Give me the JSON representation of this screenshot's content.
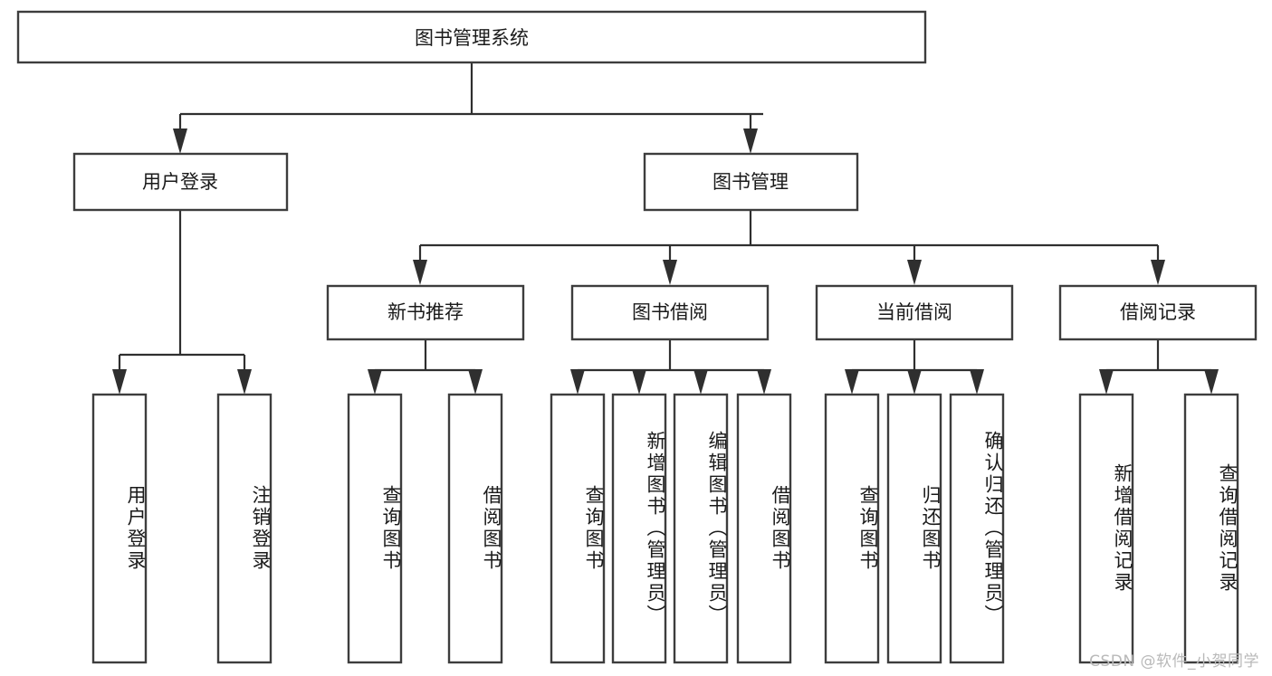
{
  "diagram": {
    "type": "tree-hierarchy",
    "title": "图书管理系统",
    "watermark": "CSDN @软件_小贺同学",
    "colors": {
      "background": "#ffffff",
      "box_stroke": "#3d3d3d",
      "connector": "#2f2f2f",
      "text": "#1a1a1a",
      "watermark": "#b9b9b9"
    },
    "levels": {
      "root": {
        "label": "图书管理系统"
      },
      "level2": [
        {
          "label": "用户登录"
        },
        {
          "label": "图书管理"
        }
      ],
      "level3": [
        {
          "label": "新书推荐"
        },
        {
          "label": "图书借阅"
        },
        {
          "label": "当前借阅"
        },
        {
          "label": "借阅记录"
        }
      ],
      "leaves": {
        "用户登录": [
          {
            "label": "用户登录"
          },
          {
            "label": "注销登录"
          }
        ],
        "新书推荐": [
          {
            "label": "查询图书"
          },
          {
            "label": "借阅图书"
          }
        ],
        "图书借阅": [
          {
            "label": "查询图书"
          },
          {
            "label": "新增图书（管理员）"
          },
          {
            "label": "编辑图书（管理员）"
          },
          {
            "label": "借阅图书"
          }
        ],
        "当前借阅": [
          {
            "label": "查询图书"
          },
          {
            "label": "归还图书"
          },
          {
            "label": "确认归还（管理员）"
          }
        ],
        "借阅记录": [
          {
            "label": "新增借阅记录"
          },
          {
            "label": "查询借阅记录"
          }
        ]
      }
    },
    "nodes": [
      {
        "id": "root",
        "label": "图书管理系统",
        "orientation": "horizontal"
      },
      {
        "id": "n-user-login",
        "label": "用户登录",
        "orientation": "horizontal"
      },
      {
        "id": "n-book-mgmt",
        "label": "图书管理",
        "orientation": "horizontal"
      },
      {
        "id": "n-new-book-rec",
        "label": "新书推荐",
        "orientation": "horizontal"
      },
      {
        "id": "n-book-borrow",
        "label": "图书借阅",
        "orientation": "horizontal"
      },
      {
        "id": "n-current-borrow",
        "label": "当前借阅",
        "orientation": "horizontal"
      },
      {
        "id": "n-borrow-record",
        "label": "借阅记录",
        "orientation": "horizontal"
      },
      {
        "id": "leaf-user-login",
        "label": "用户登录",
        "orientation": "vertical"
      },
      {
        "id": "leaf-logout",
        "label": "注销登录",
        "orientation": "vertical"
      },
      {
        "id": "leaf-rec-query",
        "label": "查询图书",
        "orientation": "vertical"
      },
      {
        "id": "leaf-rec-borrow",
        "label": "借阅图书",
        "orientation": "vertical"
      },
      {
        "id": "leaf-borrow-query",
        "label": "查询图书",
        "orientation": "vertical"
      },
      {
        "id": "leaf-borrow-add",
        "label": "新增图书（管理员）",
        "orientation": "vertical"
      },
      {
        "id": "leaf-borrow-edit",
        "label": "编辑图书（管理员）",
        "orientation": "vertical"
      },
      {
        "id": "leaf-borrow-lend",
        "label": "借阅图书",
        "orientation": "vertical"
      },
      {
        "id": "leaf-cur-query",
        "label": "查询图书",
        "orientation": "vertical"
      },
      {
        "id": "leaf-cur-return",
        "label": "归还图书",
        "orientation": "vertical"
      },
      {
        "id": "leaf-cur-confirm",
        "label": "确认归还（管理员）",
        "orientation": "vertical"
      },
      {
        "id": "leaf-rec-add",
        "label": "新增借阅记录",
        "orientation": "vertical"
      },
      {
        "id": "leaf-rec-search",
        "label": "查询借阅记录",
        "orientation": "vertical"
      }
    ]
  }
}
